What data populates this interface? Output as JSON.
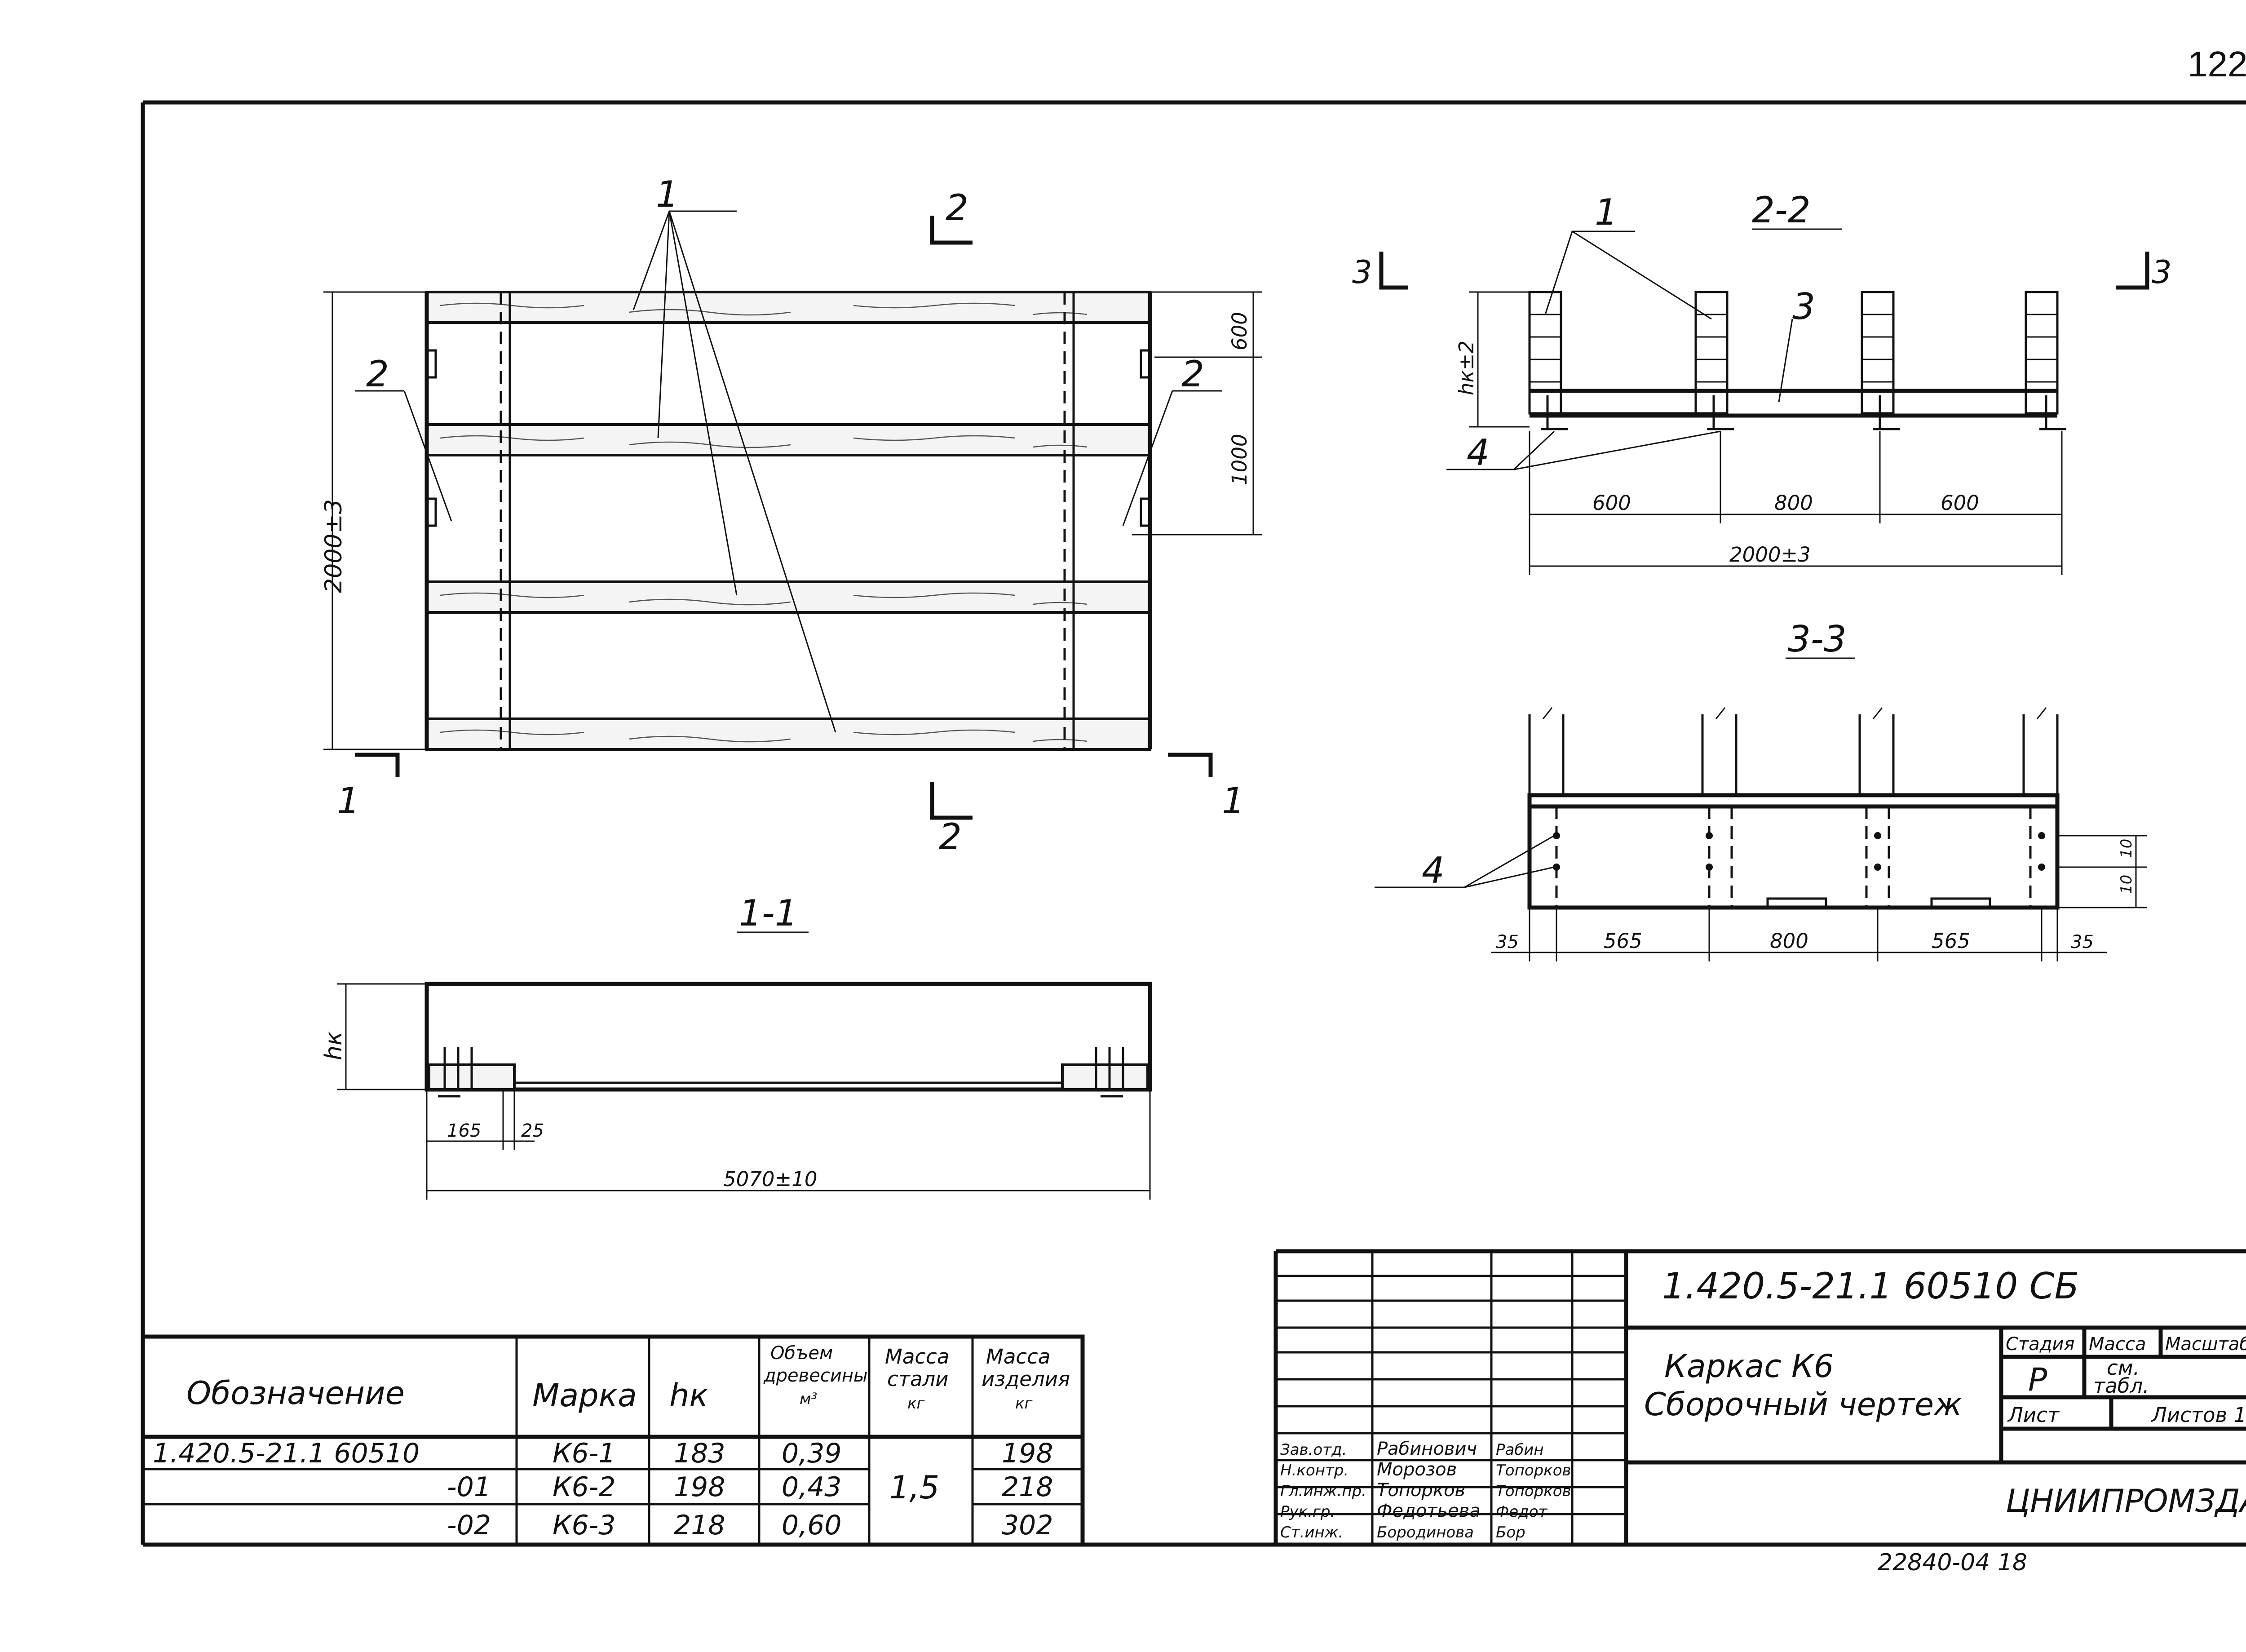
{
  "page_number": "122",
  "callouts": {
    "c1": "1",
    "c2": "2",
    "c3": "3",
    "c4": "4"
  },
  "plan": {
    "dim_overall_height": "2000±3",
    "dim_600": "600",
    "dim_1000": "1000"
  },
  "section_1_1": {
    "title": "1-1",
    "dim_hk": "hк",
    "dim_165": "165",
    "dim_25": "25",
    "dim_length": "5070±10"
  },
  "section_2_2": {
    "title": "2-2",
    "dim_height": "hк±2",
    "dim_600a": "600",
    "dim_800": "800",
    "dim_600b": "600",
    "dim_total": "2000±3"
  },
  "section_3_3": {
    "title": "3-3",
    "dim_35a": "35",
    "dim_565a": "565",
    "dim_800": "800",
    "dim_565b": "565",
    "dim_35b": "35",
    "dim_10a": "10",
    "dim_10b": "10"
  },
  "spec_table": {
    "headers": {
      "designation": "Обозначение",
      "mark": "Марка",
      "hk": "hк",
      "volume_l1": "Объем",
      "volume_l2": "древесины",
      "volume_l3": "м³",
      "steel_l1": "Масса",
      "steel_l2": "стали",
      "steel_l3": "кг",
      "product_l1": "Масса",
      "product_l2": "изделия",
      "product_l3": "кг"
    },
    "rows": [
      {
        "designation": "1.420.5-21.1  60510",
        "mark": "К6-1",
        "hk": "183",
        "volume": "0,39",
        "product": "198"
      },
      {
        "designation": "-01",
        "mark": "К6-2",
        "hk": "198",
        "volume": "0,43",
        "product": "218"
      },
      {
        "designation": "-02",
        "mark": "К6-3",
        "hk": "218",
        "volume": "0,60",
        "product": "302"
      }
    ],
    "steel_mass_shared": "1,5"
  },
  "title_block": {
    "doc_code": "1.420.5-21.1  60510 СБ",
    "title_line1": "Каркас  К6",
    "title_line2": "Сборочный  чертеж",
    "stage_label": "Стадия",
    "mass_label": "Масса",
    "scale_label": "Масштаб",
    "stage_value": "Р",
    "mass_value_l1": "см.",
    "mass_value_l2": "табл.",
    "sheet_label": "Лист",
    "sheets_label": "Листов  1",
    "organization": "ЦНИИПРОМЗДАНИЙ",
    "signatures": [
      {
        "role": "Зав.отд.",
        "name": "Рабинович",
        "sign": "Рабин"
      },
      {
        "role": "Н.контр.",
        "name": "Морозов",
        "sign": "Топорков"
      },
      {
        "role": "Гл.инж.пр.",
        "name": "Топорков",
        "sign": "Топорков"
      },
      {
        "role": "Рук.гр.",
        "name": "Федотьева",
        "sign": "Федот"
      },
      {
        "role": "Ст.инж.",
        "name": "Бородинова",
        "sign": "Бор"
      }
    ]
  },
  "archive_number": "22840-04   18"
}
